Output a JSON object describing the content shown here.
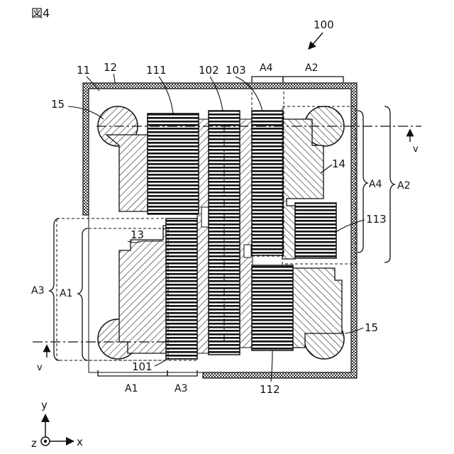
{
  "figure_label": "図4",
  "colors": {
    "ink": "#111111",
    "paper": "#ffffff",
    "frame_dot": "#444444"
  },
  "labels": {
    "assembly": "100",
    "substrate": "11",
    "frame": "12",
    "region13": "13",
    "region14": "14",
    "region15_left": "15",
    "region15_right": "15",
    "electrode101": "101",
    "electrode102": "102",
    "electrode103": "103",
    "electrode111": "111",
    "electrode112": "112",
    "electrode113": "113"
  },
  "area_labels": {
    "a4_top": "A4",
    "a2_top": "A2",
    "a4_right": "A4",
    "a2_right": "A2",
    "a3_left": "A3",
    "a1_left": "A1",
    "a1_bottom": "A1",
    "a3_bottom": "A3"
  },
  "section_labels": {
    "top_v": "v",
    "bottom_v": "v"
  },
  "axes": {
    "y": "y",
    "x": "x",
    "z": "z"
  },
  "icons": {
    "hatch-pattern": "diagonal-hatch",
    "stripe-pattern": "horizontal-stripes",
    "axis-arrows": "coordinate-axes-icon"
  }
}
